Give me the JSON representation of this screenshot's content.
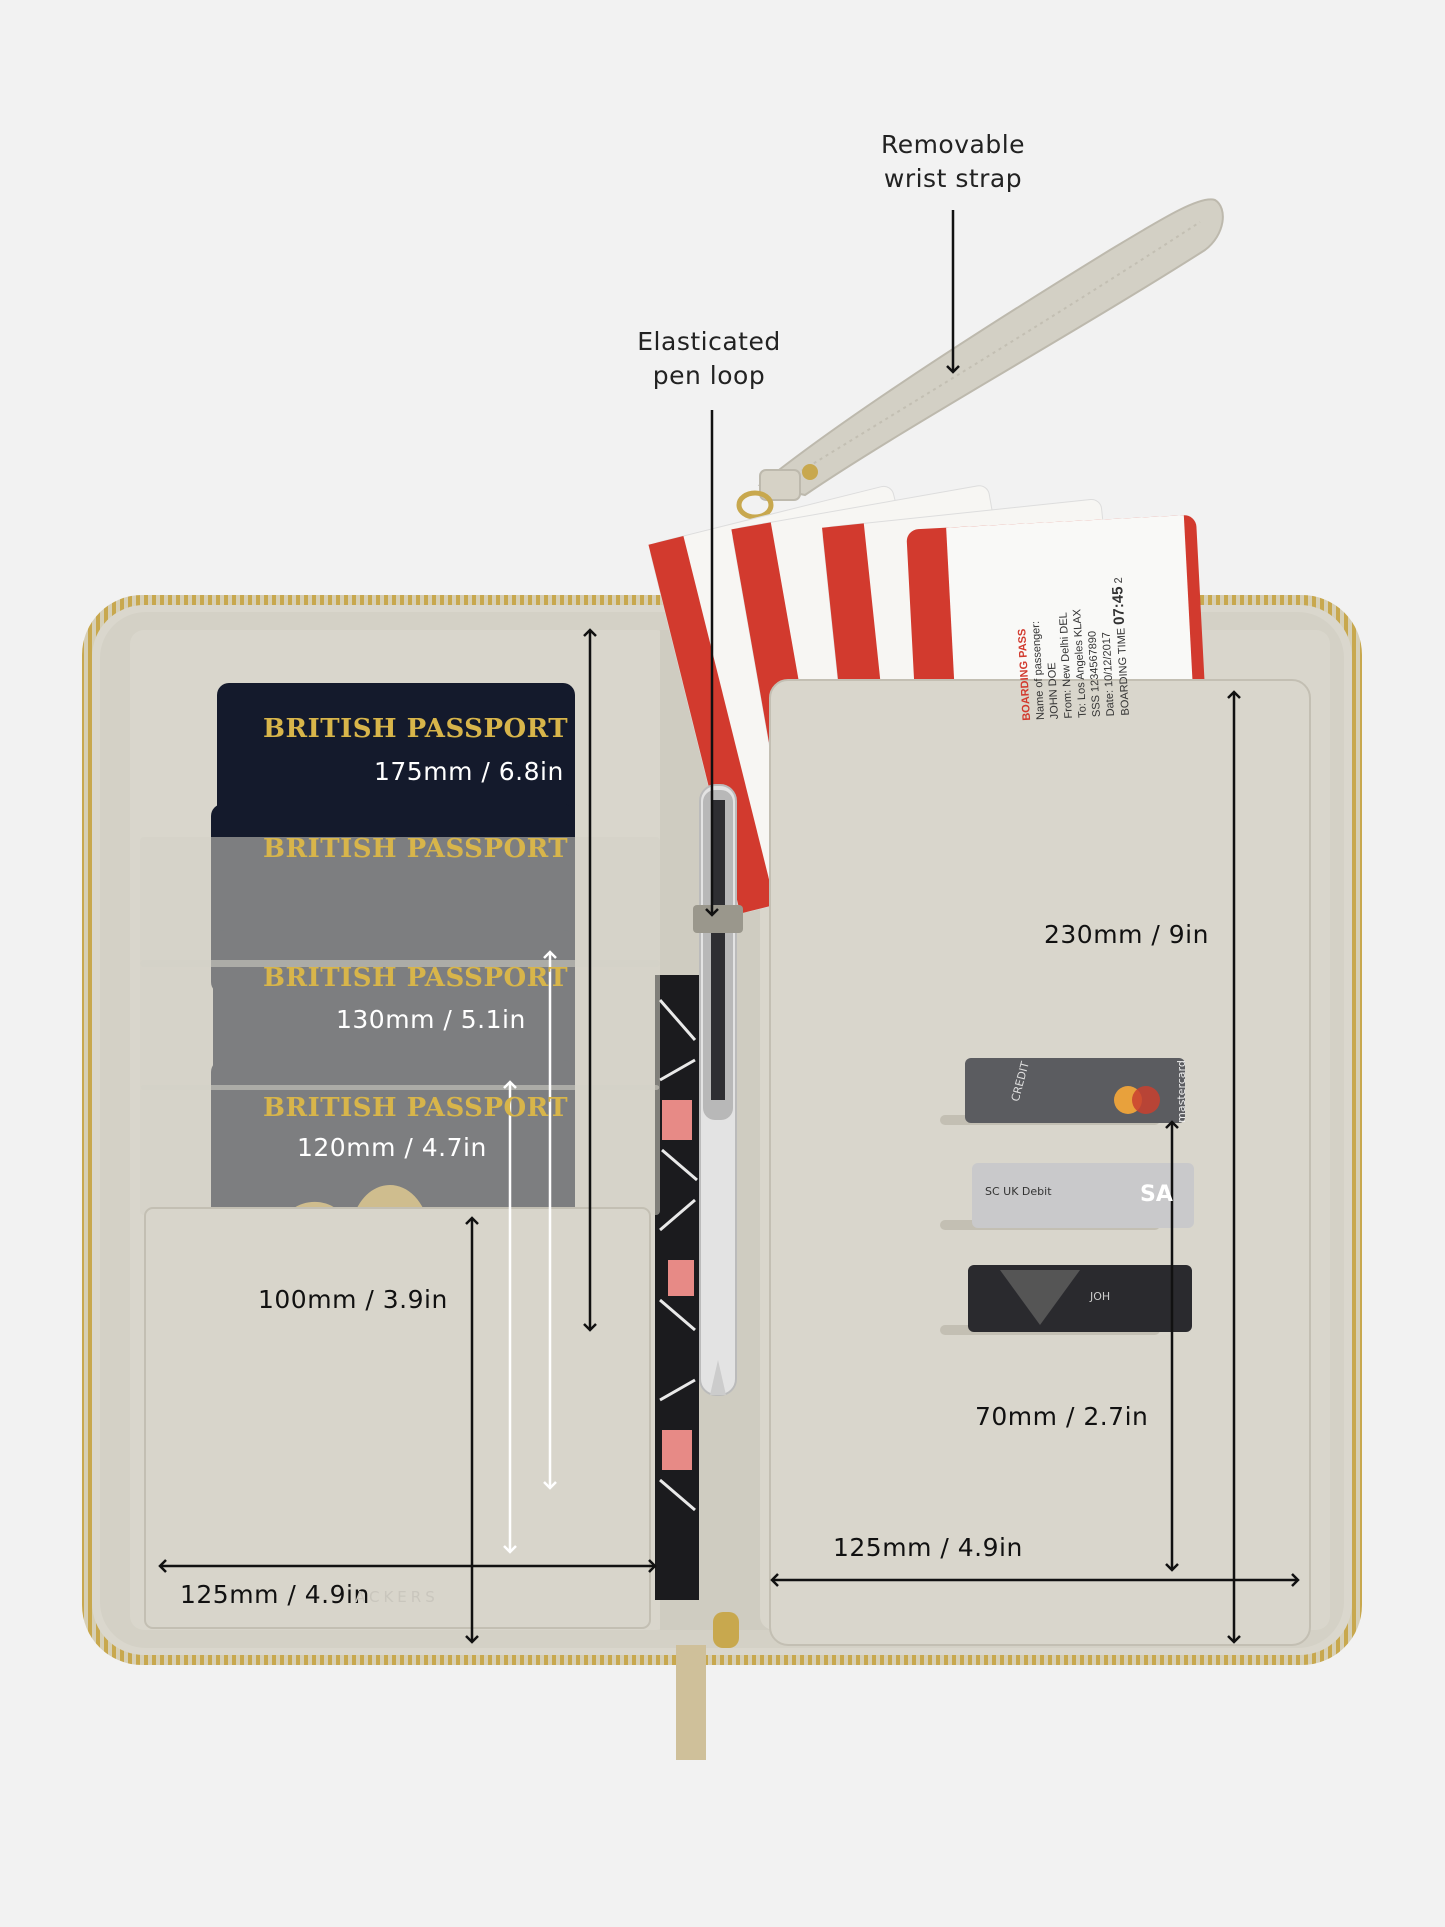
{
  "callouts": {
    "wrist_strap": {
      "line1": "Removable",
      "line2": "wrist strap"
    },
    "pen_loop": {
      "line1": "Elasticated",
      "line2": "pen loop"
    }
  },
  "passports": [
    {
      "title": "BRITISH PASSPORT",
      "dimension": "175mm / 6.8in"
    },
    {
      "title": "BRITISH PASSPORT",
      "dimension": ""
    },
    {
      "title": "BRITISH PASSPORT",
      "dimension": "130mm / 5.1in"
    },
    {
      "title": "BRITISH PASSPORT",
      "dimension": "120mm / 4.7in"
    }
  ],
  "dimensions": {
    "left_pocket_height": "100mm / 3.9in",
    "left_width": "125mm / 4.9in",
    "right_height": "230mm / 9in",
    "card_slot_height": "70mm / 2.7in",
    "right_width": "125mm / 4.9in"
  },
  "boarding_pass": {
    "label": "BOARDING PASS",
    "passenger_label": "Name of passenger:",
    "passenger": "JOHN DOE",
    "from": "From: New Delhi DEL",
    "to": "To: Los Angeles KLAX",
    "date_label": "Date:",
    "date": "10/12/2017",
    "time_label": "BOARDING TIME",
    "time": "07:45",
    "code": "SSS 1234567890",
    "gate": "2"
  },
  "cards": [
    {
      "text": "CREDIT",
      "brand": "mastercard"
    },
    {
      "text": "SC UK  Debit",
      "brand": "SA"
    },
    {
      "text": "JOH",
      "brand": ""
    }
  ],
  "brand_text": "ACKERS",
  "colors": {
    "background": "#f2f2f2",
    "leather": "#dcd9cf",
    "leather_dark": "#c9c5b9",
    "zip": "#c8a84e",
    "passport": "#141a2c",
    "gold_text": "#d8b54a",
    "boarding_red": "#d23a2e"
  }
}
